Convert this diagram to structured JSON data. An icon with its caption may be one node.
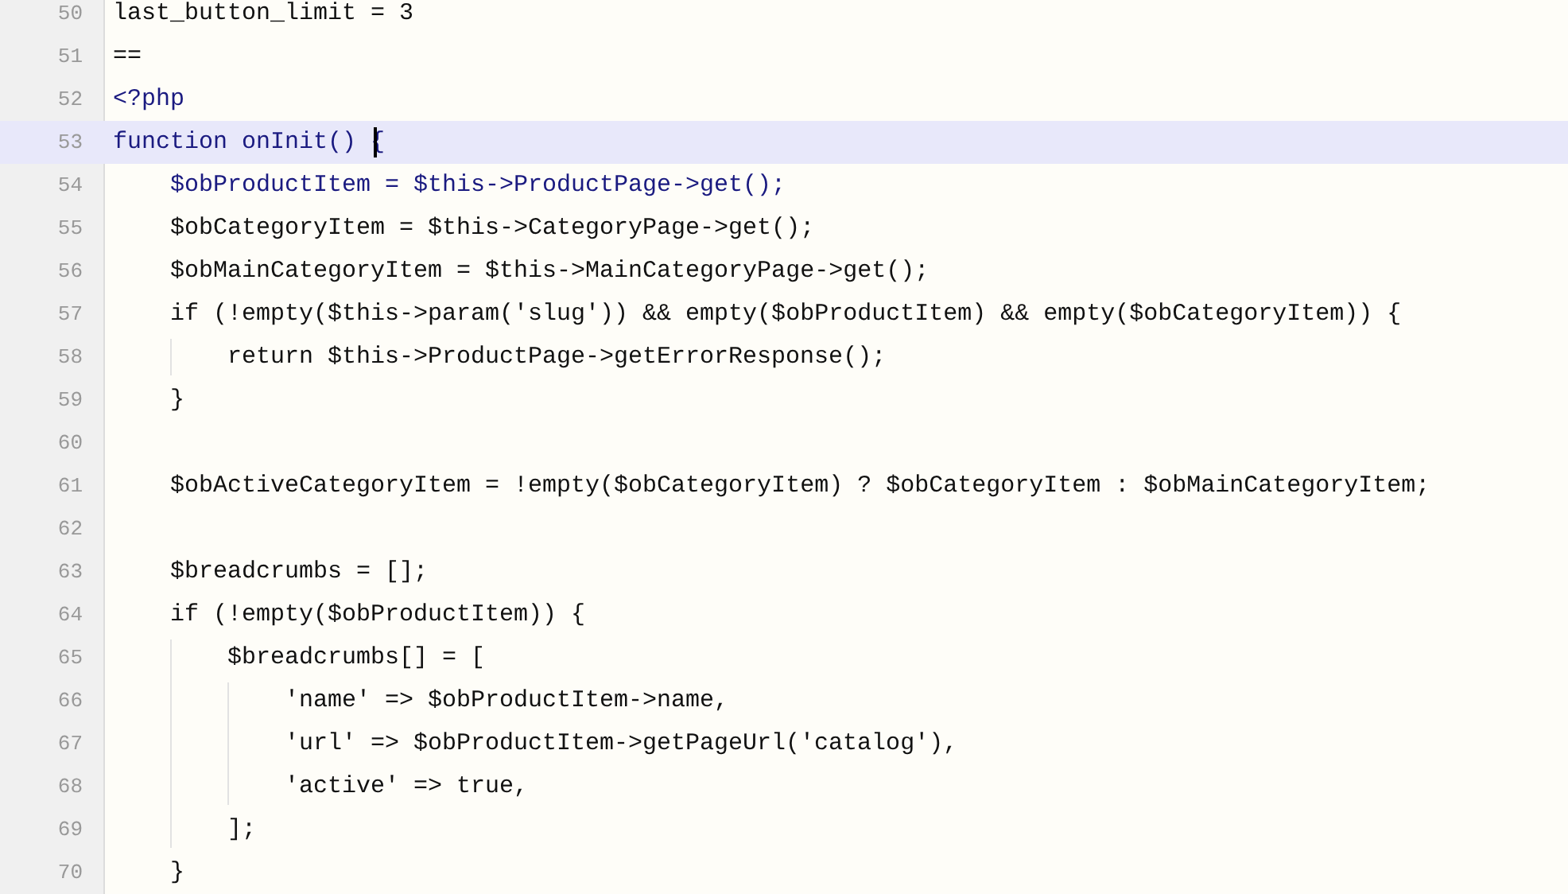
{
  "diagram": {
    "labels": [
      "50",
      "last_button_limit = 3",
      "51",
      "==",
      "52",
      "<?php",
      "53",
      "function onInit() {",
      "54",
      "$obProductItem = $this->ProductPage->get();",
      "55",
      "$obCategoryItem = $this->CategoryPage->get();",
      "56",
      "$obMainCategoryItem = $this->MainCategoryPage->get();",
      "57",
      "if (!empty($this->param('slug')) && empty($obProductItem) && empty($obCategoryItem)) {",
      "58",
      "return $this->ProductPage->getErrorResponse();",
      "59",
      "}",
      "60",
      "61",
      "$obActiveCategoryItem = !empty($obCategoryItem) ? $obCategoryItem : $obMainCategoryItem;",
      "62",
      "63",
      "$breadcrumbs = [];",
      "64",
      "if (!empty($obProductItem)) {",
      "65",
      "$breadcrumbs[] = [",
      "66",
      "'name' => $obProductItem->name,",
      "67",
      "'url' => $obProductItem->getPageUrl('catalog'),",
      "68",
      "'active' => true,",
      "69",
      "];",
      "70",
      "}"
    ]
  }
}
